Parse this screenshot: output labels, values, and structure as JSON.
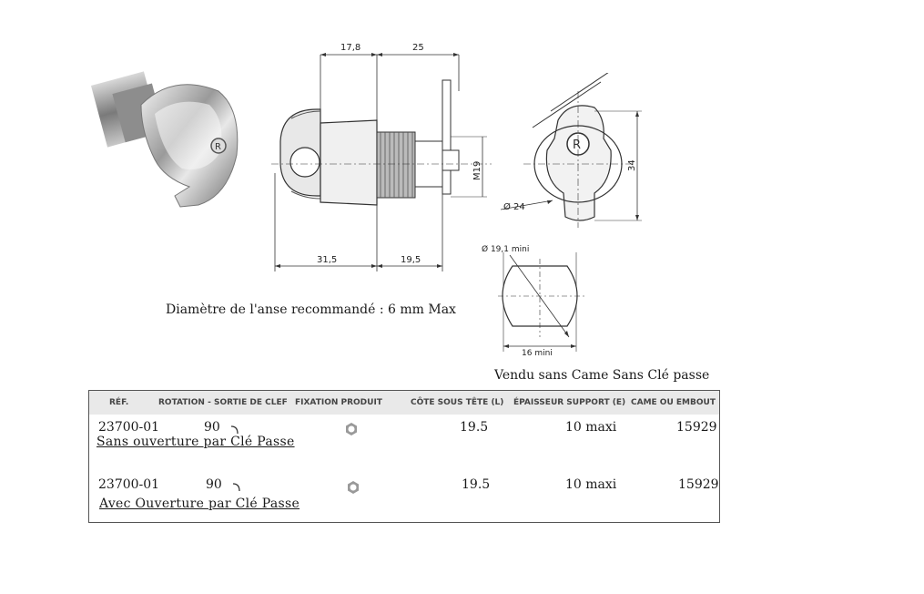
{
  "dimensions": {
    "top_left": "17,8",
    "top_right": "25",
    "m19": "M19",
    "bottom_left": "31,5",
    "bottom_right": "19,5",
    "diam24": "Ø 24",
    "height34": "34",
    "diam19_1": "Ø 19,1 mini",
    "width16": "16 mini"
  },
  "note": "Diamètre de l'anse recommandé :  6 mm Max",
  "vendu": "Vendu sans Came Sans Clé passe",
  "table": {
    "headers": [
      "RÉF.",
      "ROTATION - SORTIE DE CLEF",
      "FIXATION PRODUIT",
      "CÔTE SOUS TÊTE (L)",
      "ÉPAISSEUR SUPPORT (E)",
      "CAME OU EMBOUT"
    ],
    "rows": [
      {
        "ref": "23700-01",
        "rotation": "90",
        "cote": "19.5",
        "epaisseur": "10 maxi",
        "came": "15929",
        "subtitle": "Sans ouverture par Clé Passe"
      },
      {
        "ref": "23700-01",
        "rotation": "90",
        "cote": "19.5",
        "epaisseur": "10 maxi",
        "came": "15929",
        "subtitle": "Avec Ouverture par Clé Passe"
      }
    ]
  }
}
